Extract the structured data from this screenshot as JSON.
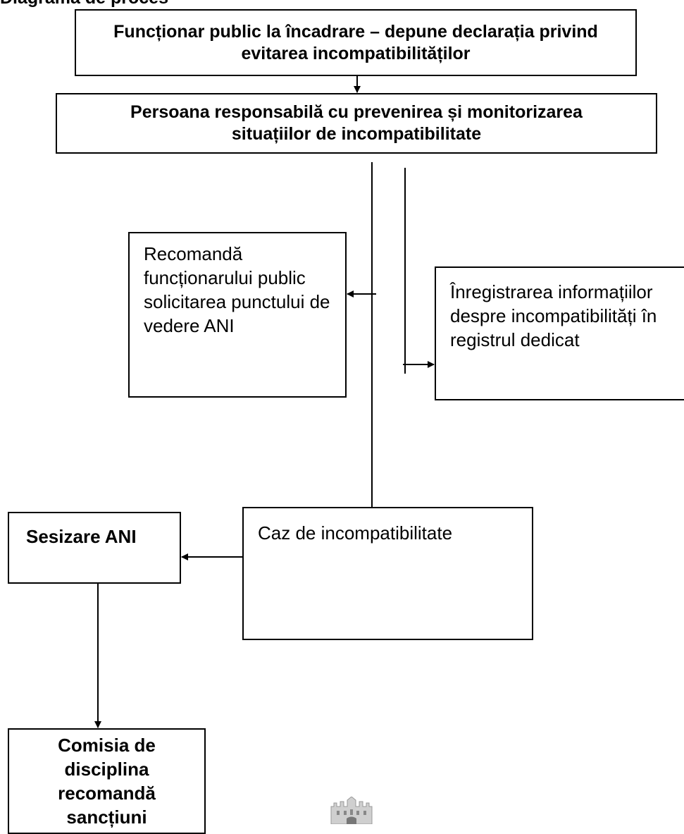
{
  "diagram": {
    "heading": "Diagrama de proces",
    "nodes": {
      "functionar": "Funcționar public la încadrare – depune declarația privind evitarea incompatibilităților",
      "persoana": "Persoana responsabilă cu prevenirea și monitorizarea situațiilor de incompatibilitate",
      "recomanda": "Recomandă funcționarului public solicitarea punctului de vedere ANI",
      "inregistrare": "Înregistrarea informațiilor despre incompatibilități în registrul dedicat",
      "caz": "Caz de incompatibilitate",
      "sesizare": "Sesizare ANI",
      "comisia": "Comisia de disciplina recomandă sancțiuni"
    }
  }
}
